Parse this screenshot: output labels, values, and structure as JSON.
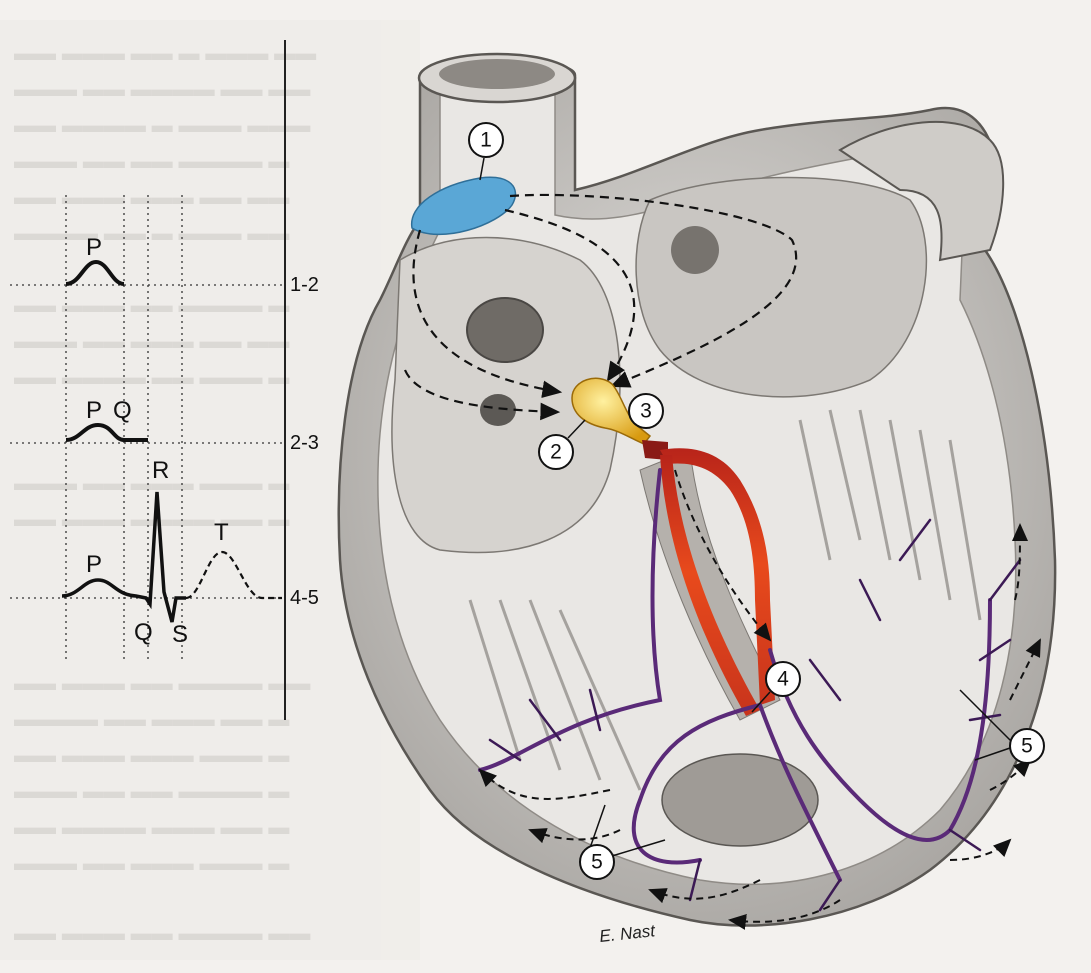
{
  "ecg": {
    "trace1": {
      "p": "P",
      "lead": "1-2"
    },
    "trace2": {
      "p": "P",
      "q": "Q",
      "lead": "2-3"
    },
    "trace3": {
      "p": "P",
      "q": "Q",
      "r": "R",
      "s": "S",
      "t": "T",
      "lead": "4-5"
    }
  },
  "markers": [
    "1",
    "2",
    "3",
    "4",
    "5"
  ],
  "signature": "E. Nast",
  "colors": {
    "sa_node": "#5aa7d6",
    "av_node": "#e8b820",
    "his_bundle": "#d8401c",
    "purkinje": "#5a2a78",
    "tissue": "#b9b6b2",
    "background": "#f3f1ee"
  }
}
